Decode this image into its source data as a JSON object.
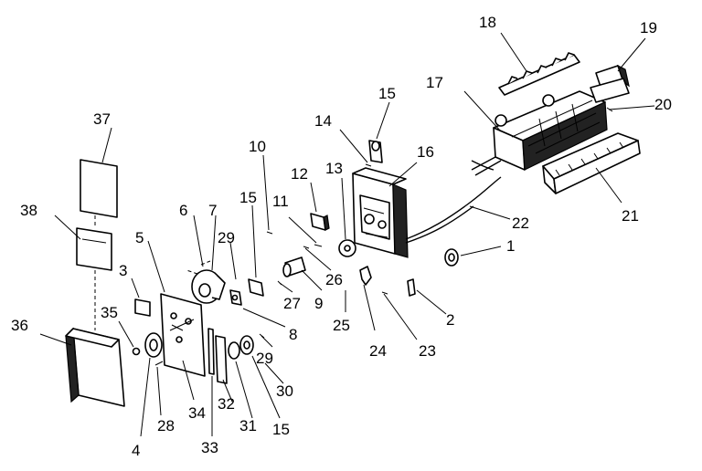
{
  "callouts": {
    "c1": "1",
    "c2": "2",
    "c3": "3",
    "c4": "4",
    "c5": "5",
    "c6": "6",
    "c7": "7",
    "c8": "8",
    "c9": "9",
    "c10": "10",
    "c11": "11",
    "c12": "12",
    "c13": "13",
    "c14": "14",
    "c15a": "15",
    "c15b": "15",
    "c15c": "15",
    "c16": "16",
    "c17": "17",
    "c18": "18",
    "c19": "19",
    "c20": "20",
    "c21": "21",
    "c22": "22",
    "c23": "23",
    "c24": "24",
    "c25": "25",
    "c26": "26",
    "c27": "27",
    "c28": "28",
    "c29a": "29",
    "c29b": "29",
    "c30": "30",
    "c31": "31",
    "c32": "32",
    "c33": "33",
    "c34": "34",
    "c35": "35",
    "c36": "36",
    "c37": "37",
    "c38": "38"
  }
}
